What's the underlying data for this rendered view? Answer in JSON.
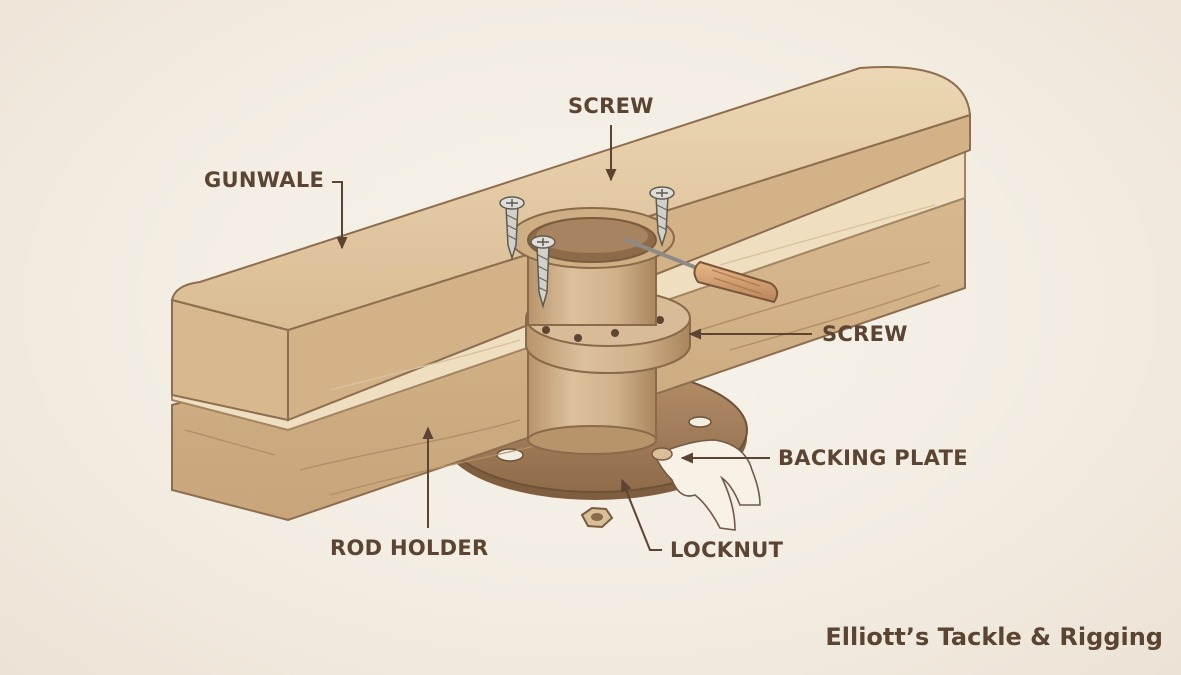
{
  "labels": {
    "screw_top": "SCREW",
    "gunwale": "GUNWALE",
    "screw_right": "SCREW",
    "backing_plate": "BACKING PLATE",
    "rod_holder": "ROD HOLDER",
    "locknut": "LOCKNUT"
  },
  "brand": "Elliott’s Tackle & Rigging",
  "colors": {
    "background": "#f3eee4",
    "wood_top": "#e2c9a4",
    "wood_light": "#f0e2c4",
    "wood_dark": "#cfae84",
    "bronze": "#c9aa82",
    "plate": "#a98460",
    "ink": "#5b4431"
  }
}
